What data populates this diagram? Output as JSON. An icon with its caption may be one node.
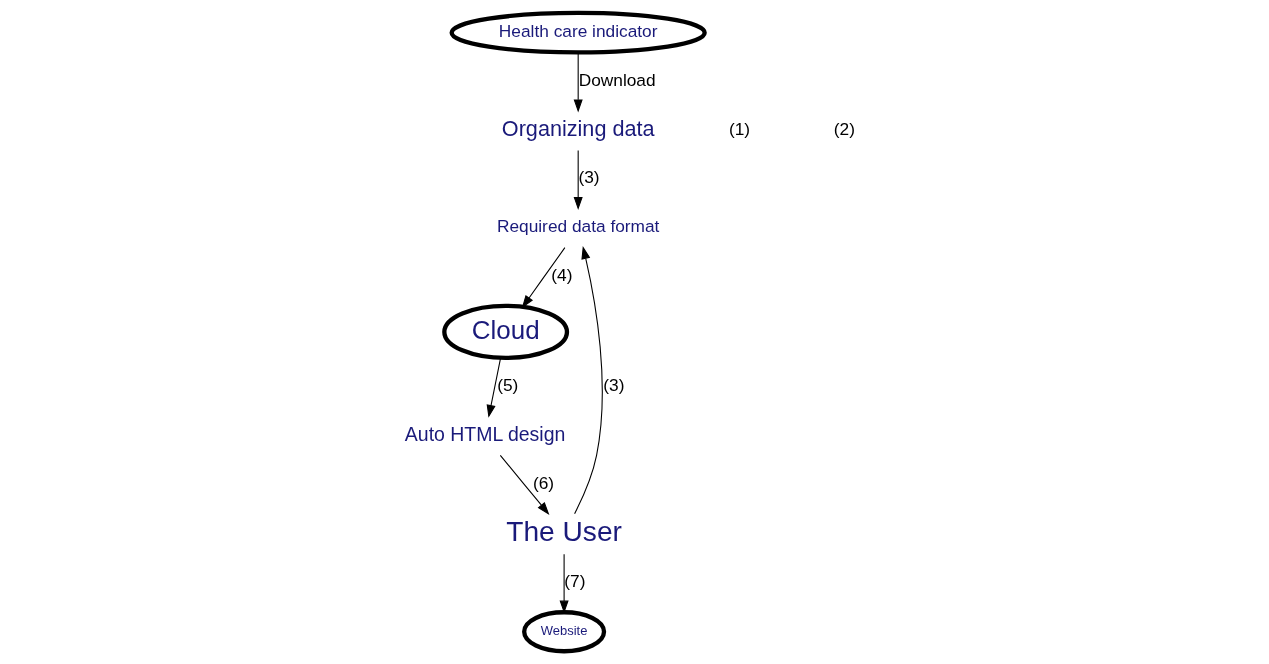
{
  "diagram": {
    "nodes": [
      {
        "text": [
          "Health care indicator"
        ]
      },
      {
        "text": [
          "Organizing data"
        ]
      },
      {
        "text": [
          "Required data format"
        ]
      },
      {
        "text": [
          "Cloud"
        ]
      },
      {
        "text": [
          "Auto HTML design"
        ]
      },
      {
        "text": [
          "The User"
        ]
      },
      {
        "text": [
          "Website"
        ]
      }
    ],
    "edges": [
      {
        "from": 0,
        "to": 1,
        "arrow": "to",
        "label": "Download"
      },
      {
        "from": 1,
        "to": 2,
        "arrow": "to",
        "label": "(3)"
      },
      {
        "from": 2,
        "to": 3,
        "arrow": "to",
        "label": "(4)"
      },
      {
        "from": 3,
        "to": 4,
        "arrow": "to",
        "label": "(5)"
      },
      {
        "from": 4,
        "to": 5,
        "arrow": "to",
        "label": "(6)"
      },
      {
        "from": 5,
        "to": 2,
        "arrow": "to",
        "label": "(3)"
      },
      {
        "from": 5,
        "to": 6,
        "arrow": "to",
        "label": "(7)"
      }
    ],
    "labels": [
      "(1)",
      "(2)"
    ]
  }
}
